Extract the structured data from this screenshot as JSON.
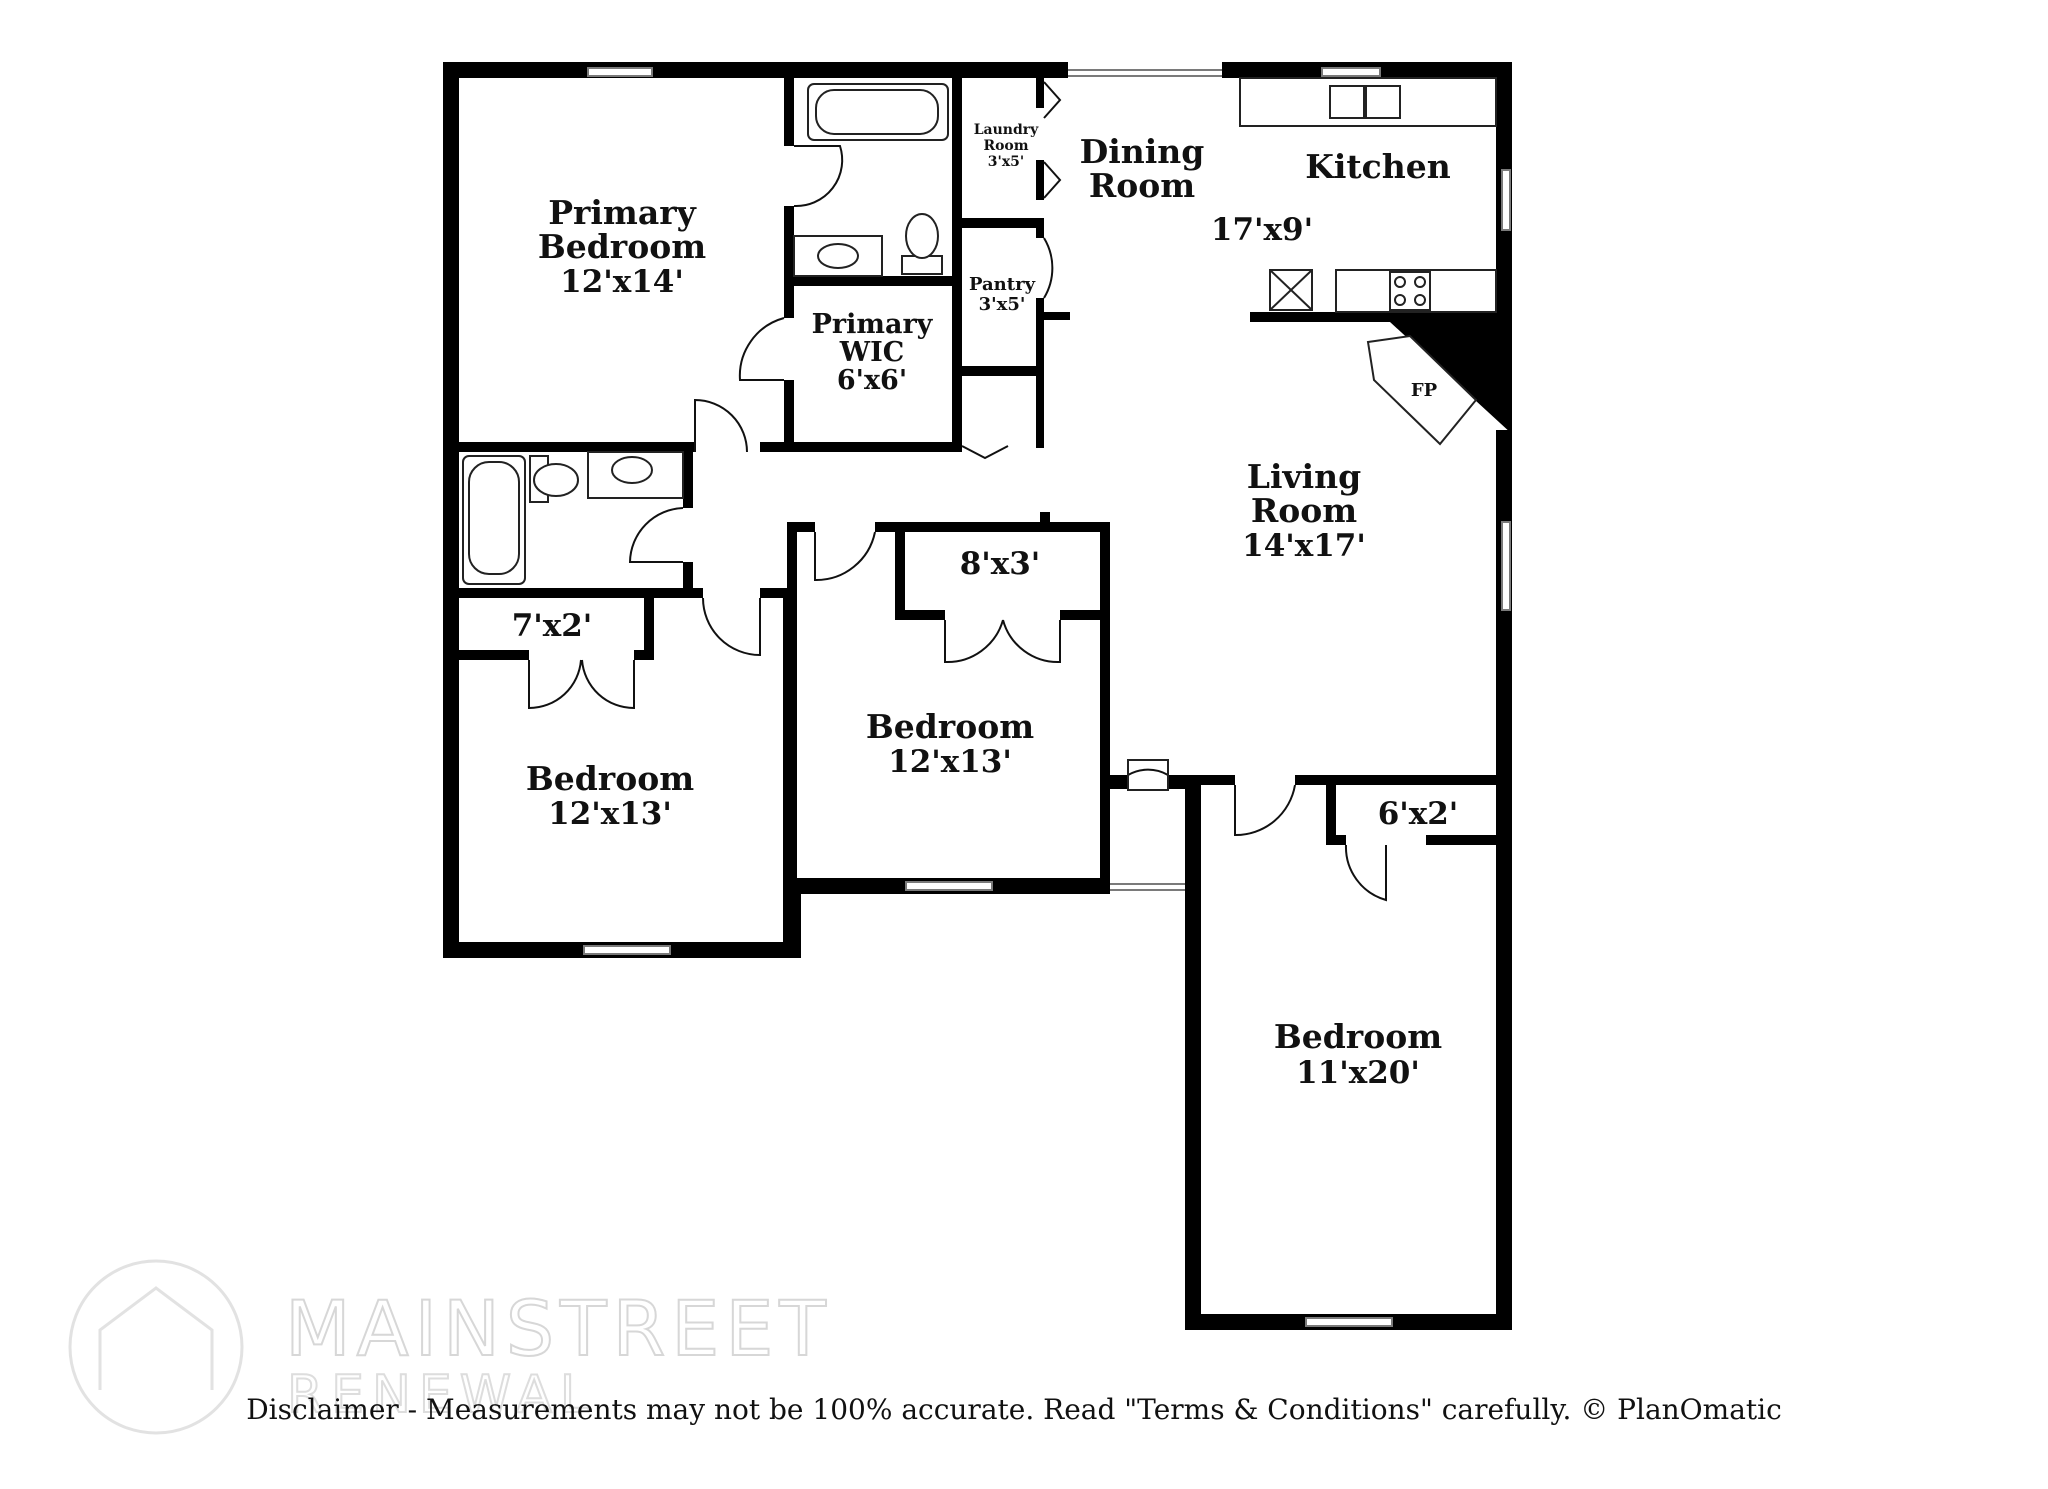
{
  "rooms": {
    "primary_bedroom": {
      "name_line1": "Primary",
      "name_line2": "Bedroom",
      "dims": "12'x14'"
    },
    "primary_wic": {
      "name_line1": "Primary",
      "name_line2": "WIC",
      "dims": "6'x6'"
    },
    "laundry": {
      "name_line1": "Laundry",
      "name_line2": "Room",
      "dims": "3'x5'"
    },
    "pantry": {
      "name": "Pantry",
      "dims": "3'x5'"
    },
    "dining": {
      "name_line1": "Dining",
      "name_line2": "Room"
    },
    "kitchen": {
      "name": "Kitchen",
      "dims": "17'x9'"
    },
    "fireplace": {
      "label": "FP"
    },
    "living": {
      "name_line1": "Living",
      "name_line2": "Room",
      "dims": "14'x17'"
    },
    "closet_8x3": {
      "dims": "8'x3'"
    },
    "closet_7x2": {
      "dims": "7'x2'"
    },
    "closet_6x2": {
      "dims": "6'x2'"
    },
    "bedroom_left": {
      "name": "Bedroom",
      "dims": "12'x13'"
    },
    "bedroom_middle": {
      "name": "Bedroom",
      "dims": "12'x13'"
    },
    "bedroom_right": {
      "name": "Bedroom",
      "dims": "11'x20'"
    }
  },
  "watermark": {
    "line1": "MAINSTREET",
    "line2": "RENEWAL"
  },
  "disclaimer": "Disclaimer - Measurements may not be 100% accurate. Read \"Terms & Conditions\" carefully. © PlanOmatic"
}
